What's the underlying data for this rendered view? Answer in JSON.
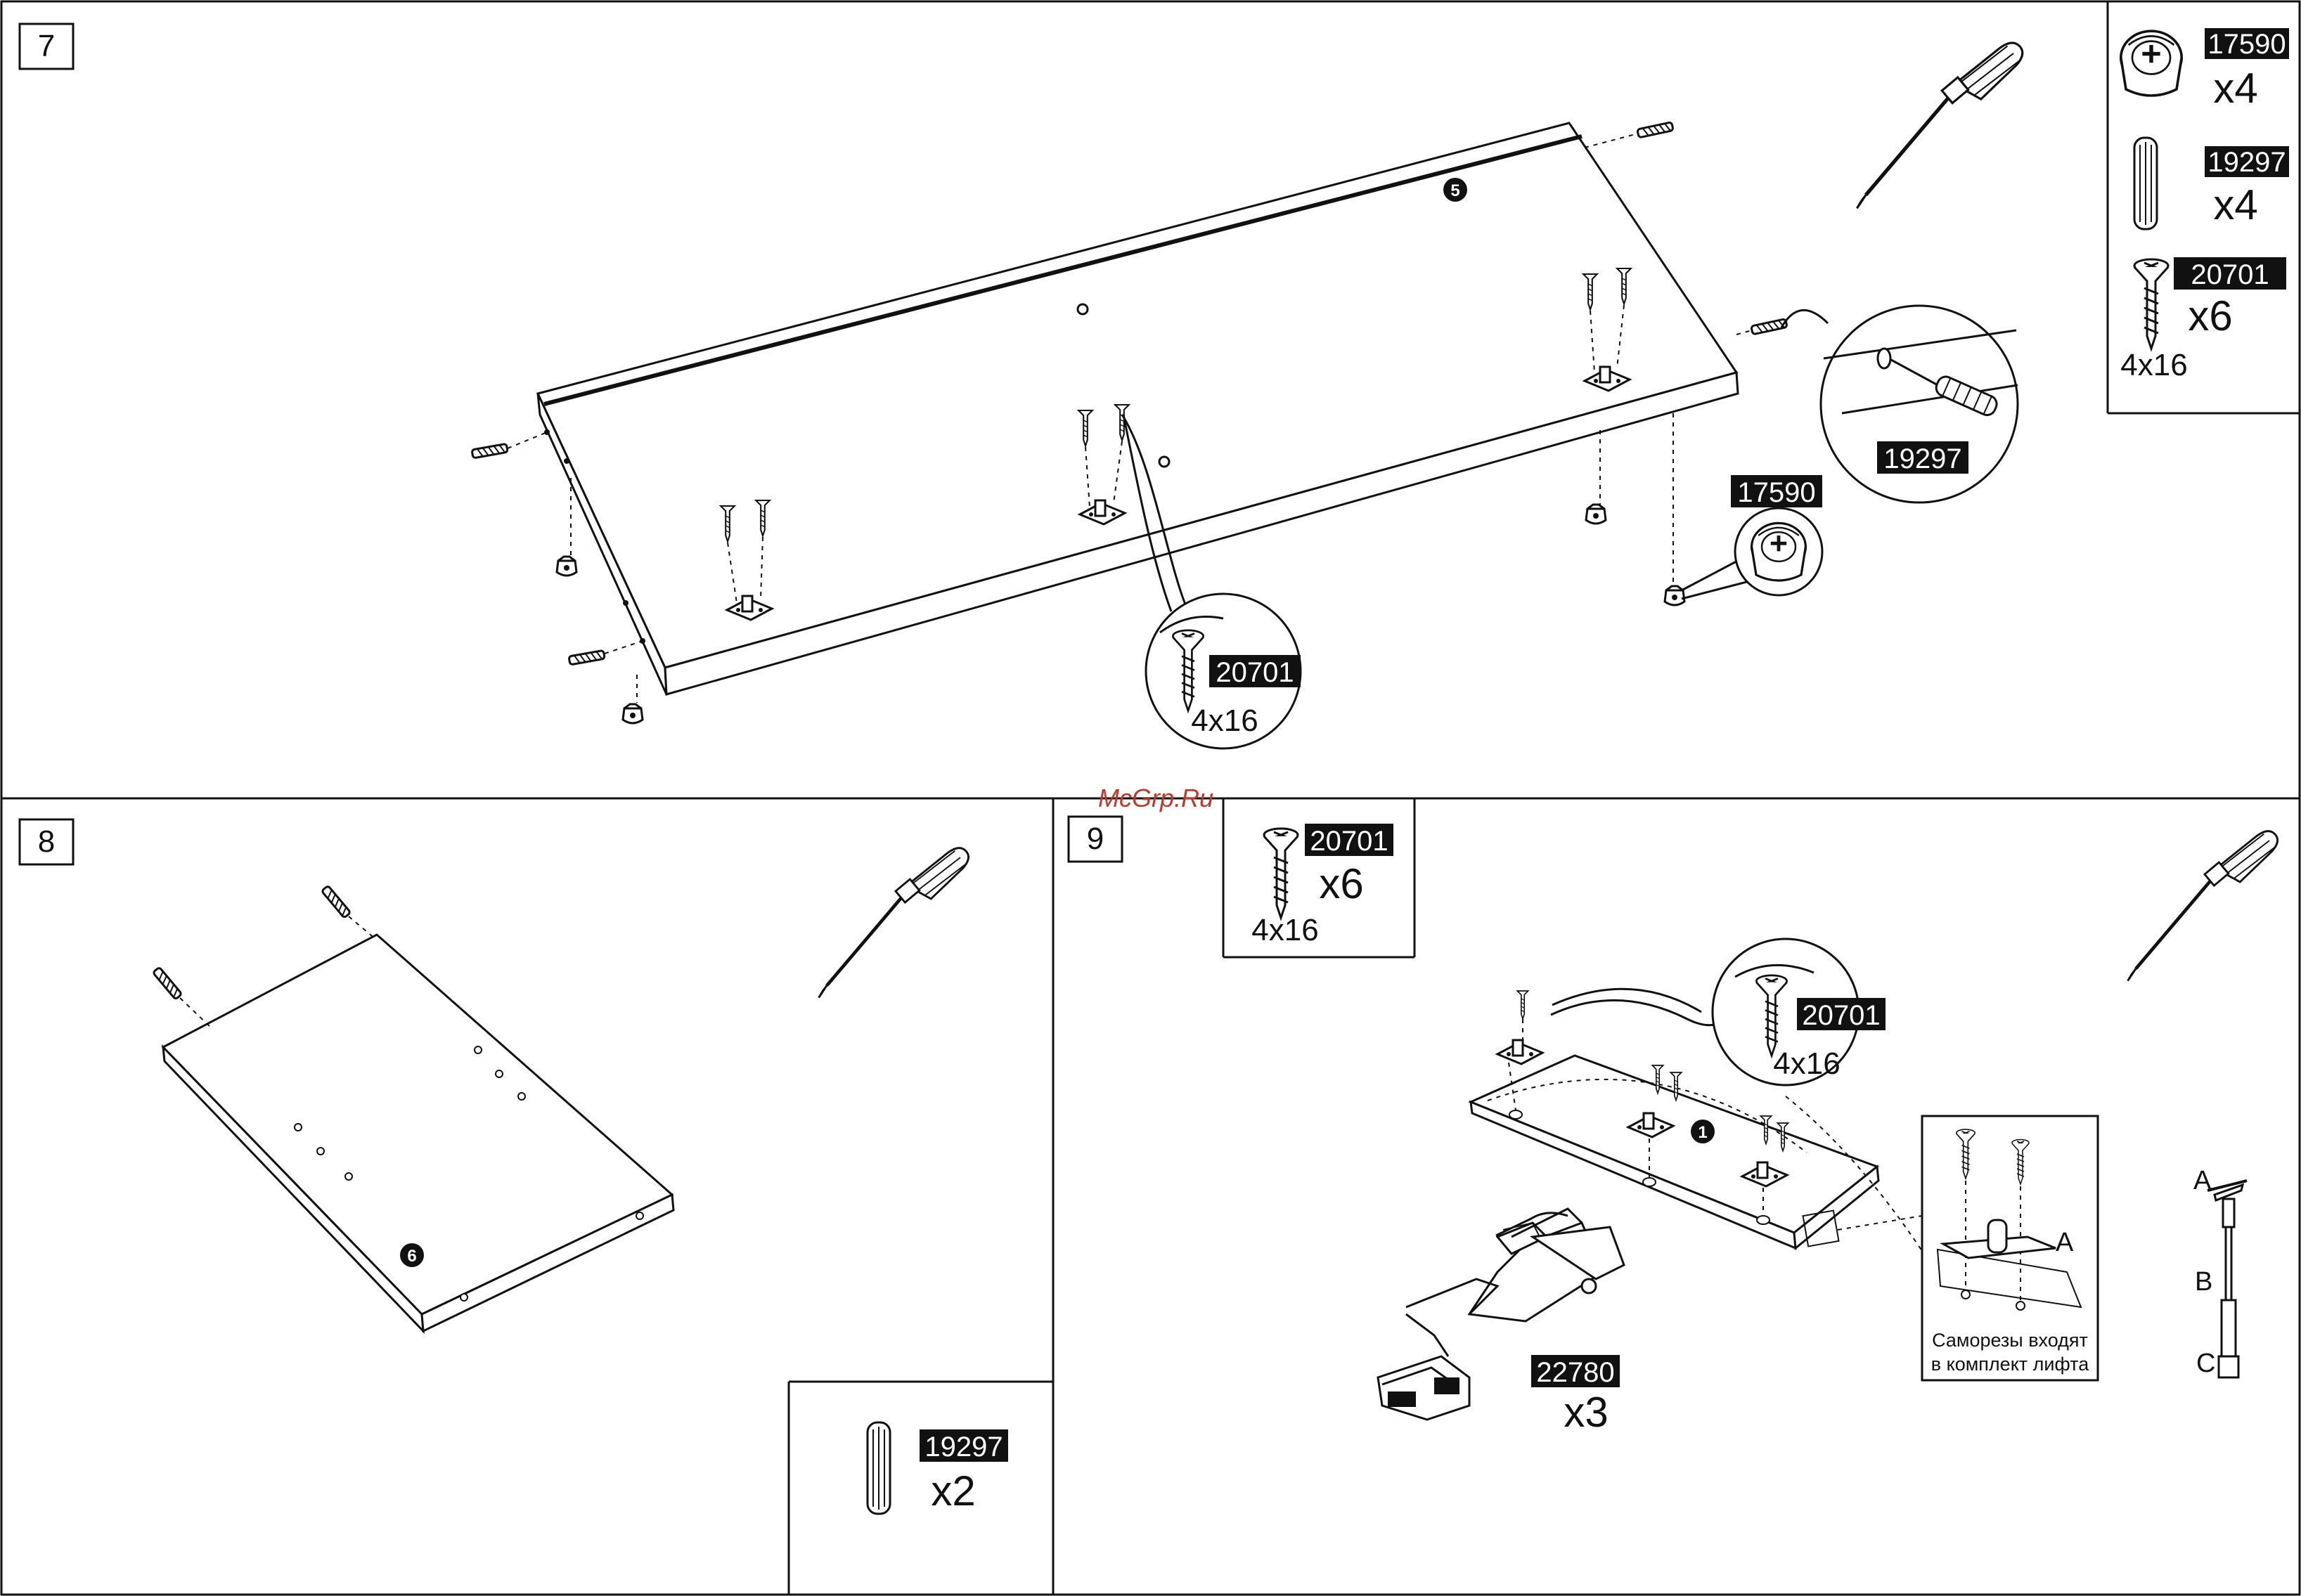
{
  "watermark": "McGrp.Ru",
  "step7": {
    "number": "7",
    "part_number": "5",
    "parts": [
      {
        "code": "17590",
        "qty": "x4",
        "icon": "cam-lock-icon"
      },
      {
        "code": "19297",
        "qty": "x4",
        "icon": "wooden-dowel-icon"
      },
      {
        "code": "20701",
        "qty": "x6",
        "size": "4x16",
        "icon": "screw-icon"
      }
    ],
    "callout_screw": {
      "code": "20701",
      "size": "4x16"
    },
    "callout_dowel": {
      "code": "19297"
    },
    "callout_cam": {
      "code": "17590"
    }
  },
  "step8": {
    "number": "8",
    "part_number": "6",
    "parts": [
      {
        "code": "19297",
        "qty": "x2",
        "icon": "wooden-dowel-icon"
      }
    ]
  },
  "step9": {
    "number": "9",
    "part_number": "1",
    "parts": [
      {
        "code": "20701",
        "qty": "x6",
        "size": "4x16",
        "icon": "screw-icon"
      },
      {
        "code": "22780",
        "qty": "x3",
        "icon": "hinge-icon"
      }
    ],
    "callout_screw": {
      "code": "20701",
      "size": "4x16"
    },
    "detail_label": "A",
    "detail_note_line1": "Саморезы входят",
    "detail_note_line2": "в комплект лифта",
    "lift_labels": [
      "A",
      "B",
      "C"
    ]
  }
}
